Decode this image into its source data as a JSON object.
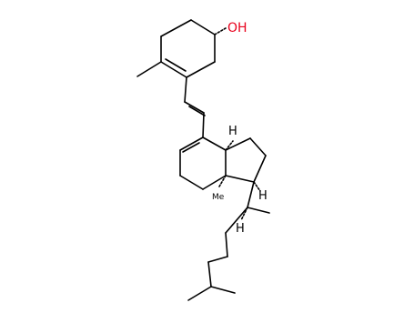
{
  "structure": {
    "type": "skeletal-formula",
    "colors": {
      "bond": "#000000",
      "oxygen": "#e8001c",
      "background": "#ffffff"
    },
    "labels": {
      "hydroxyl": "OH",
      "h_ring_top": "H",
      "h_ring_side": "H",
      "h_chain": "H",
      "methyl_label": "Me"
    }
  }
}
